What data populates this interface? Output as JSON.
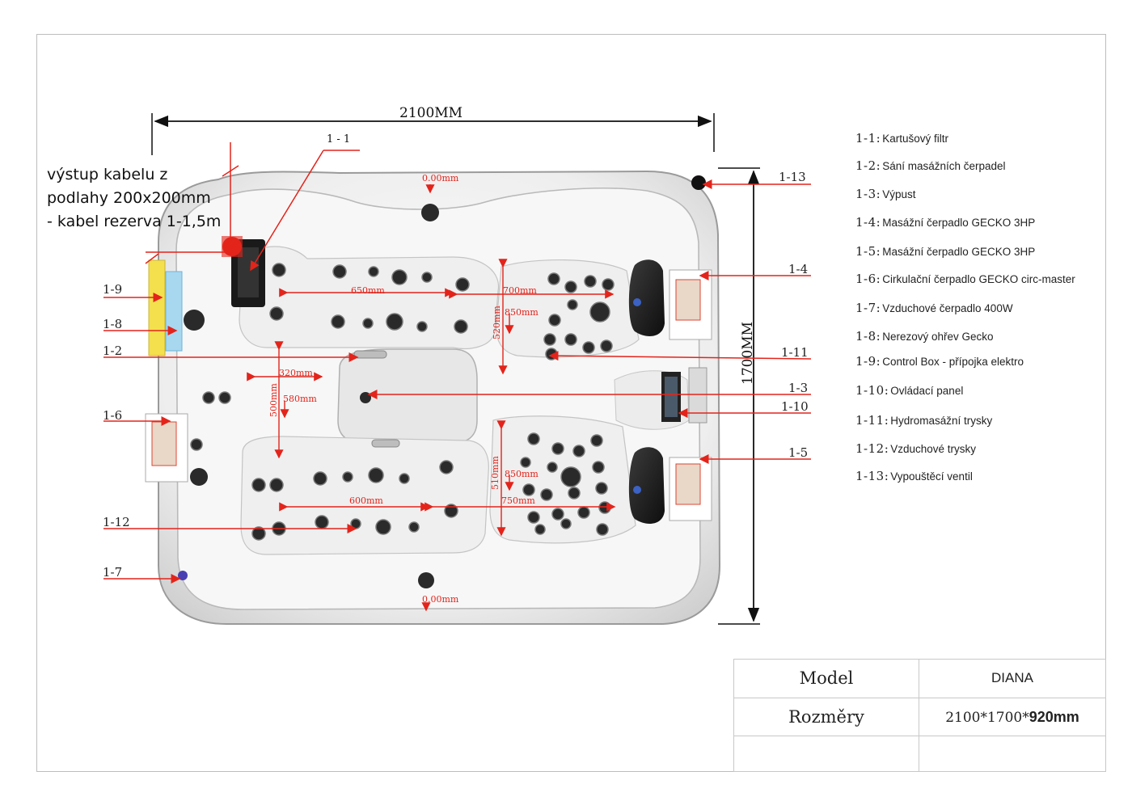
{
  "dimensions": {
    "width_label": "2100MM",
    "height_label": "1700MM"
  },
  "cable_note": {
    "line1": "výstup kabelu z",
    "line2": "podlahy 200x200mm",
    "line3": "- kabel rezerva 1-1,5m"
  },
  "filter_callout": "1 - 1",
  "legend": [
    {
      "code": "1-1:",
      "desc": "Kartušový filtr"
    },
    {
      "code": "1-2:",
      "desc": "Sání masážních čerpadel"
    },
    {
      "code": "1-3:",
      "desc": "Výpust"
    },
    {
      "code": "1-4:",
      "desc": "Masážní čerpadlo GECKO 3HP"
    },
    {
      "code": "1-5:",
      "desc": "Masážní čerpadlo GECKO 3HP"
    },
    {
      "code": "1-6:",
      "desc": "Cirkulační čerpadlo GECKO circ-master"
    },
    {
      "code": "1-7:",
      "desc": "Vzduchové čerpadlo 400W"
    },
    {
      "code": "1-8:",
      "desc": "Nerezový ohřev Gecko"
    },
    {
      "code": "1-9:",
      "desc": "Control Box - přípojka elektro"
    },
    {
      "code": "1-10:",
      "desc": "Ovládací panel"
    },
    {
      "code": "1-11:",
      "desc": "Hydromasážní trysky"
    },
    {
      "code": "1-12:",
      "desc": "Vzduchové trysky"
    },
    {
      "code": "1-13:",
      "desc": "Vypouštěcí ventil"
    }
  ],
  "left_callouts": [
    "1-9",
    "1-8",
    "1-2",
    "1-6",
    "1-12",
    "1-7"
  ],
  "right_callouts": [
    "1-13",
    "1-4",
    "1-11",
    "1-3",
    "1-10",
    "1-5"
  ],
  "measurements": {
    "top_depth": "0.00mm",
    "bottom_depth": "0.00mm",
    "seat_650": "650mm",
    "seat_700": "700mm",
    "seat_850_top": "850mm",
    "seat_520": "520mm",
    "seat_320": "320mm",
    "seat_580": "580mm",
    "seat_500": "500mm",
    "seat_510": "510mm",
    "seat_850_bottom": "850mm",
    "seat_600": "600mm",
    "seat_750": "750mm"
  },
  "spec_table": {
    "model_label": "Model",
    "model_value": "DIANA",
    "size_label": "Rozměry",
    "size_value_prefix": "2100*1700*",
    "size_value_suffix": "920mm"
  },
  "colors": {
    "callout_red": "#e3241b",
    "dimension_black": "#111111",
    "control_box_yellow": "#f4e04d",
    "heater_blue": "#a7d8f0",
    "shell_white": "#f4f4f4",
    "jet_dark": "#2a2a2a"
  }
}
